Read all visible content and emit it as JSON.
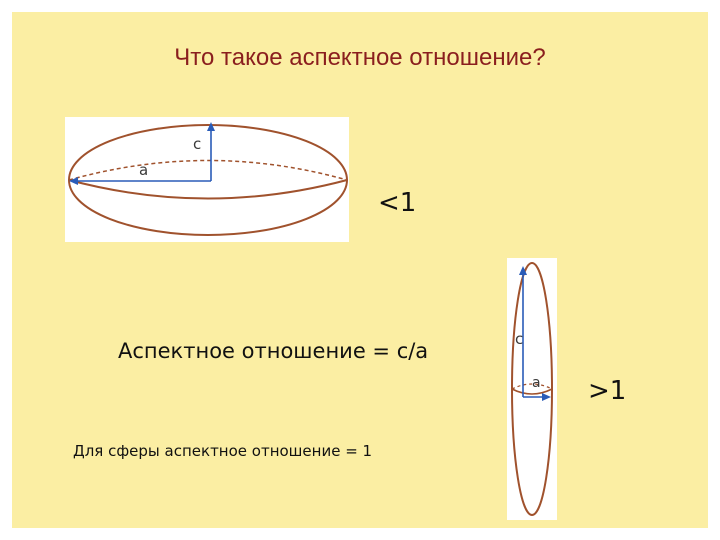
{
  "slide": {
    "title": "Что такое аспектное отношение?",
    "oblate": {
      "label_a": "a",
      "label_c": "c",
      "ratio": "<1"
    },
    "prolate": {
      "label_a": "a",
      "label_c": "c",
      "ratio": ">1"
    },
    "formula": "Аспектное отношение = c/a",
    "sphere_note": "Для сферы аспектное отношение = 1"
  },
  "colors": {
    "background": "#fbeea3",
    "title": "#8a1e1e",
    "ellipse_stroke": "#a0522d",
    "axis_arrow": "#2a5cb8"
  }
}
